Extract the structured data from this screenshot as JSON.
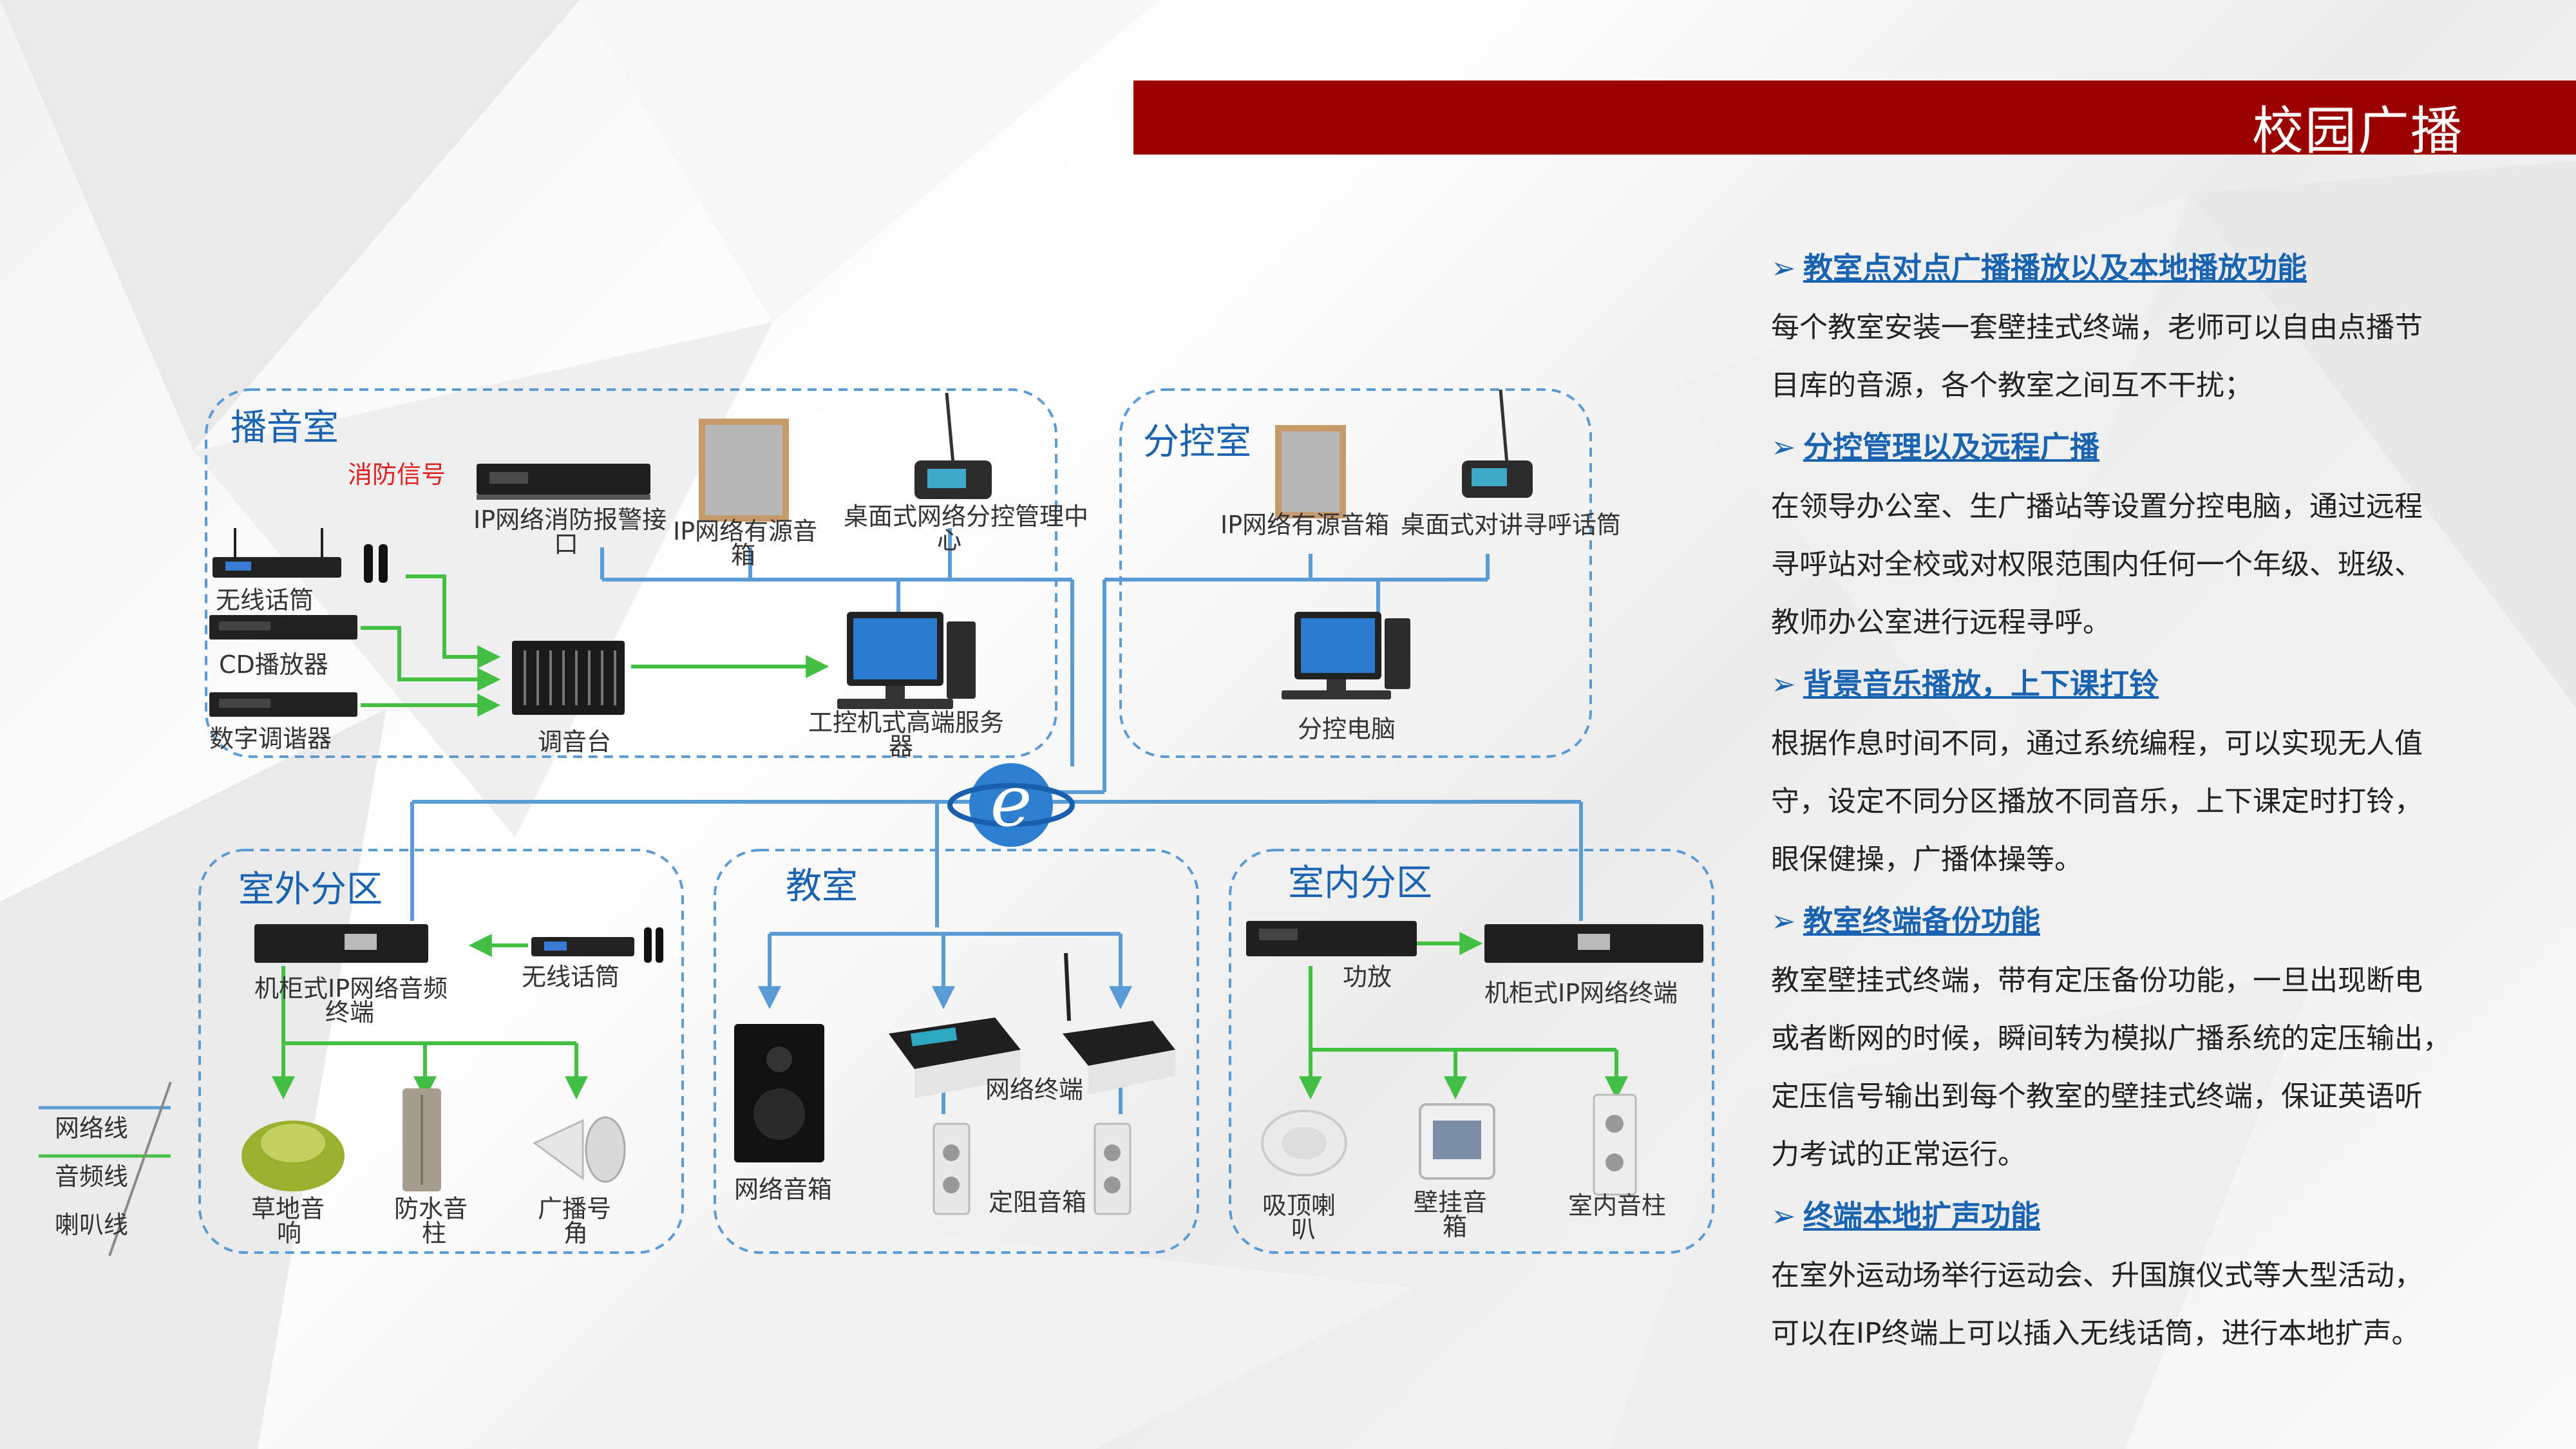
{
  "title": "校园广播",
  "colors": {
    "title_bar": "#9b0000",
    "network_line": "#5b9bd5",
    "audio_line": "#43c043",
    "zone_border": "#5b9bd5",
    "zone_label": "#1a63b0",
    "feature_heading": "#1a63b0",
    "fire_signal": "#e02020"
  },
  "diagram": {
    "zones": {
      "broadcast_room": "播音室",
      "sub_control_room": "分控室",
      "outdoor_zone": "室外分区",
      "classroom": "教室",
      "indoor_zone": "室内分区"
    },
    "devices": {
      "fire_signal": "消防信号",
      "ip_fire_alarm_1": "IP网络消防报警接",
      "ip_fire_alarm_2": "口",
      "ip_active_speaker_1": "IP网络有源音",
      "ip_active_speaker_2": "箱",
      "desktop_control_1": "桌面式网络分控管理中",
      "desktop_control_2": "心",
      "wireless_mic": "无线话筒",
      "cd_player": "CD播放器",
      "digital_tuner": "数字调谐器",
      "mixer": "调音台",
      "server_1": "工控机式高端服务",
      "server_2": "器",
      "sub_ip_speaker": "IP网络有源音箱",
      "sub_intercom": "桌面式对讲寻呼话筒",
      "sub_pc": "分控电脑",
      "outdoor_terminal_1": "机柜式IP网络音频",
      "outdoor_terminal_2": "终端",
      "outdoor_wireless_mic": "无线话筒",
      "lawn_speaker_1": "草地音",
      "lawn_speaker_2": "响",
      "waterproof_column_1": "防水音",
      "waterproof_column_2": "柱",
      "horn_1": "广播号",
      "horn_2": "角",
      "network_speaker": "网络音箱",
      "network_terminal": "网络终端",
      "resistance_speaker": "定阻音箱",
      "amplifier": "功放",
      "indoor_terminal": "机柜式IP网络终端",
      "ceiling_speaker_1": "吸顶喇",
      "ceiling_speaker_2": "叭",
      "wall_speaker_1": "壁挂音",
      "wall_speaker_2": "箱",
      "indoor_column": "室内音柱"
    },
    "legend": {
      "network": "网络线",
      "audio": "音频线",
      "speaker": "喇叭线"
    },
    "hub_icon": "network-globe-icon"
  },
  "features": [
    {
      "heading": "教室点对点广播播放以及本地播放功能",
      "lines": [
        "每个教室安装一套壁挂式终端，老师可以自由点播节",
        "目库的音源，各个教室之间互不干扰；"
      ]
    },
    {
      "heading": "分控管理以及远程广播",
      "lines": [
        "在领导办公室、生广播站等设置分控电脑，通过远程",
        "寻呼站对全校或对权限范围内任何一个年级、班级、",
        "教师办公室进行远程寻呼。"
      ]
    },
    {
      "heading": "背景音乐播放，上下课打铃",
      "lines": [
        "根据作息时间不同，通过系统编程，可以实现无人值",
        "守，设定不同分区播放不同音乐，上下课定时打铃，",
        "眼保健操，广播体操等。"
      ]
    },
    {
      "heading": "教室终端备份功能",
      "lines": [
        "教室壁挂式终端，带有定压备份功能，一旦出现断电",
        "或者断网的时候，瞬间转为模拟广播系统的定压输出，",
        "定压信号输出到每个教室的壁挂式终端，保证英语听",
        "力考试的正常运行。"
      ]
    },
    {
      "heading": "终端本地扩声功能",
      "lines": [
        "在室外运动场举行运动会、升国旗仪式等大型活动，",
        "可以在IP终端上可以插入无线话筒，进行本地扩声。"
      ]
    }
  ]
}
